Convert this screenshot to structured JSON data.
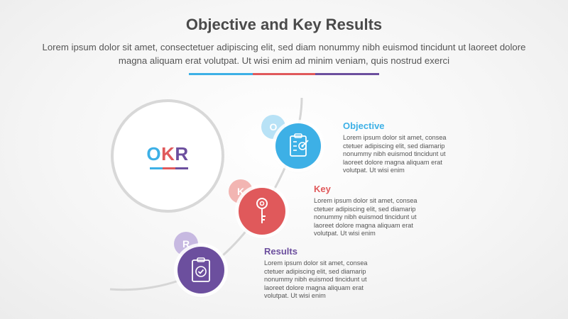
{
  "header": {
    "title": "Objective and Key Results",
    "subtitle": "Lorem ipsum dolor sit amet, consectetuer adipiscing elit, sed diam nonummy nibh euismod tincidunt ut laoreet dolore magna aliquam erat volutpat. Ut wisi enim ad minim veniam, quis nostrud exerci"
  },
  "colors": {
    "objective": "#3db0e6",
    "key": "#e0595b",
    "results": "#6c4f9e",
    "objective_light": "#b8e2f6",
    "key_light": "#f2b5b2",
    "results_light": "#c7b9e1",
    "title": "#4a4a4a",
    "okr_text": "#3a3a3a"
  },
  "center": {
    "label": "OKR"
  },
  "items": [
    {
      "badge": "O",
      "title": "Objective",
      "icon": "clipboard-target-icon",
      "body": "Lorem ipsum dolor sit amet, consea ctetuer adipiscing elit, sed diamarip nonummy nibh euismod tincidunt ut laoreet dolore magna aliquam erat volutpat. Ut wisi enim"
    },
    {
      "badge": "K",
      "title": "Key",
      "icon": "key-icon",
      "body": "Lorem ipsum dolor sit amet, consea ctetuer adipiscing elit, sed diamarip nonummy nibh euismod tincidunt ut laoreet dolore magna aliquam erat volutpat. Ut wisi enim"
    },
    {
      "badge": "R",
      "title": "Results",
      "icon": "clipboard-check-icon",
      "body": "Lorem ipsum dolor sit amet, consea ctetuer adipiscing elit, sed diamarip nonummy nibh euismod tincidunt ut laoreet dolore magna aliquam erat volutpat. Ut wisi enim"
    }
  ]
}
